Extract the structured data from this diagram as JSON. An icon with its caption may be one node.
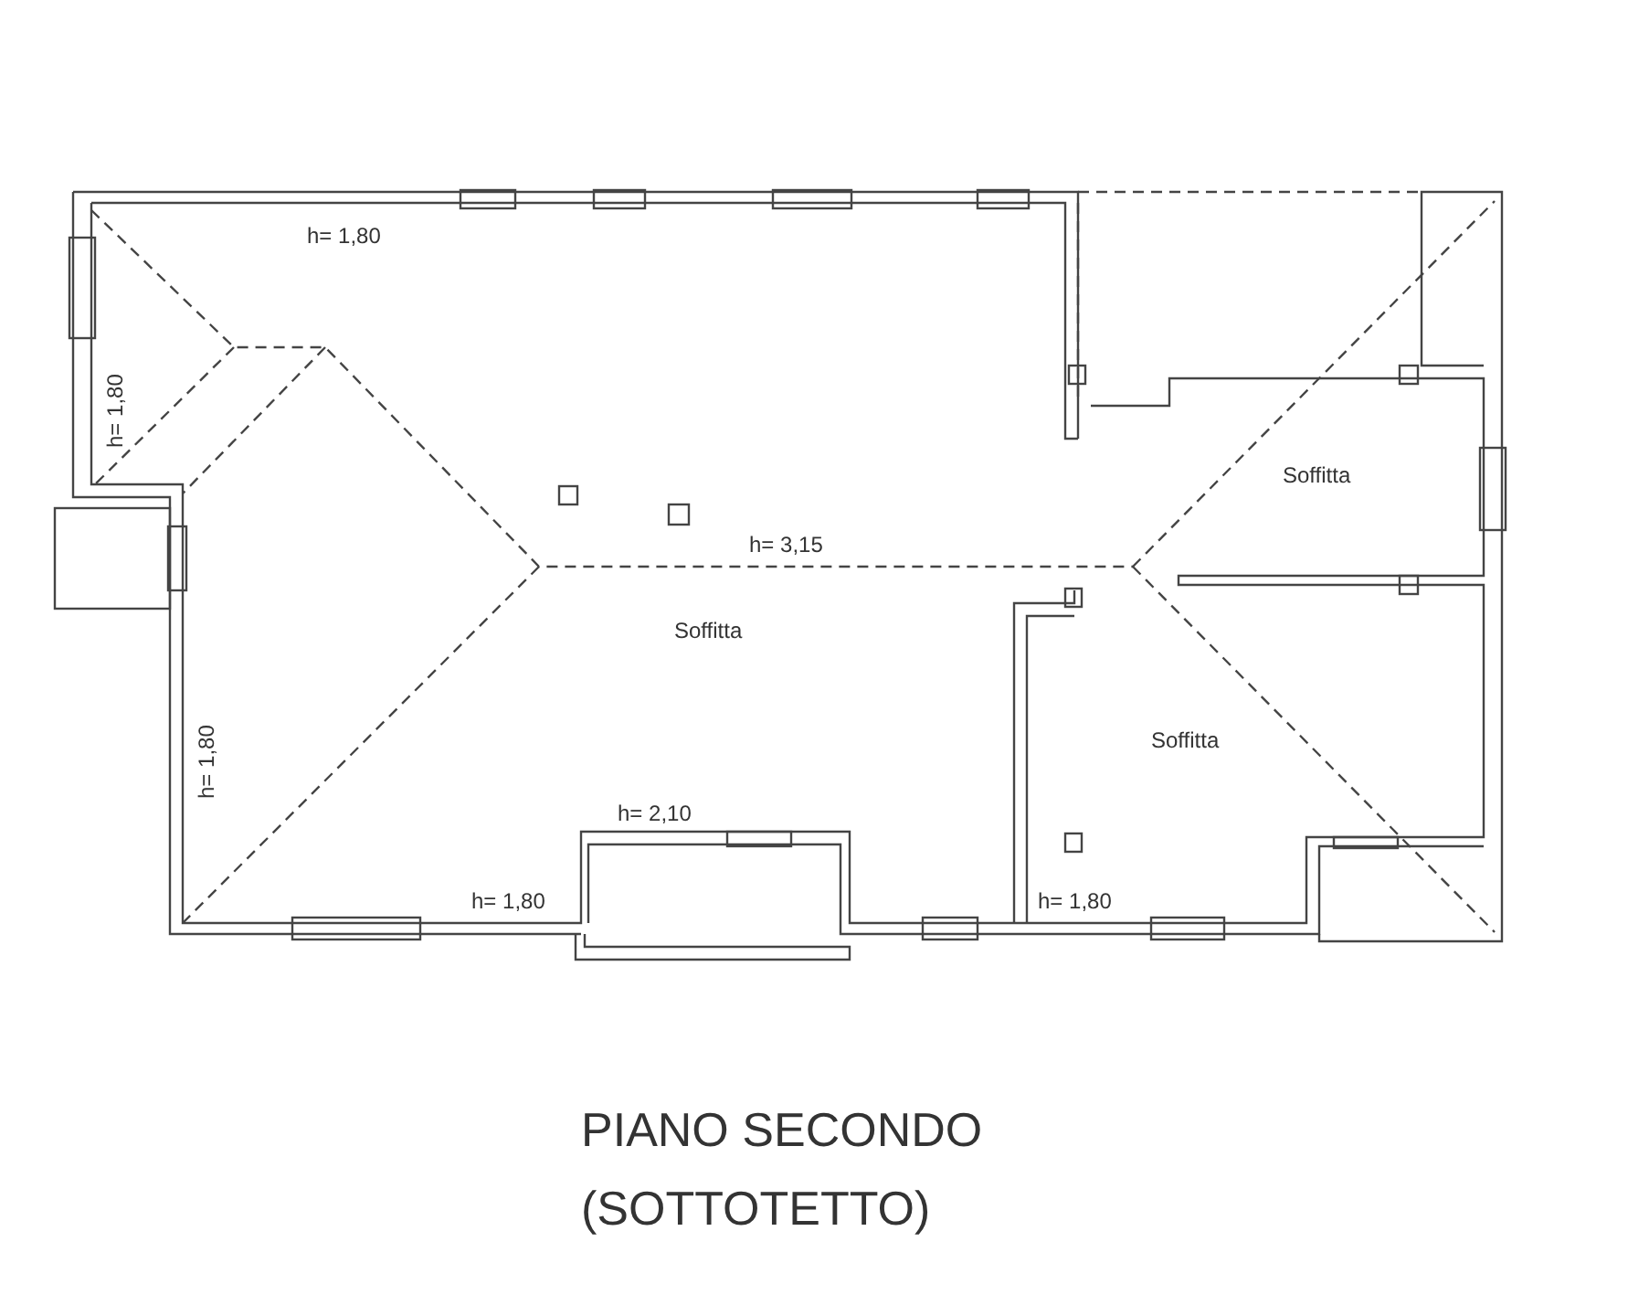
{
  "diagram": {
    "title": "PIANO SECONDO (SOTTOTETTO)",
    "labels": [
      "h= 1,80",
      "h= 1,80",
      "Soffitta",
      "h= 3,15",
      "Soffitta",
      "h= 1,80",
      "Soffitta",
      "h= 2,10",
      "h= 1,80",
      "h= 1,80"
    ]
  }
}
